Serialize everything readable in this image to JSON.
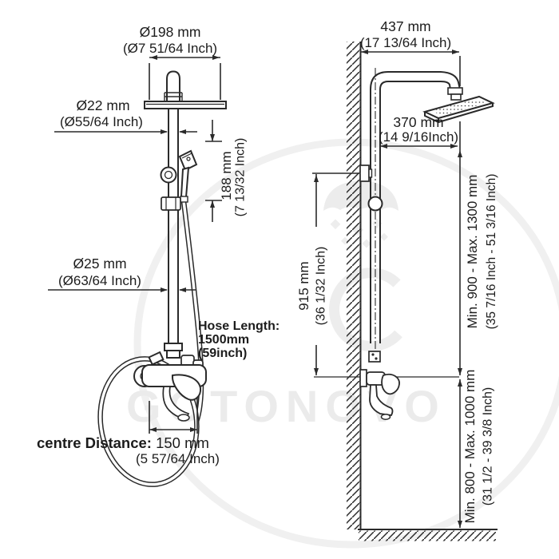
{
  "brand_watermark": "GOTONOVO",
  "front_view": {
    "head_diameter_mm": "Ø198 mm",
    "head_diameter_inch": "(Ø7 51/64 Inch)",
    "upper_pipe_mm": "Ø22 mm",
    "upper_pipe_inch": "(Ø55/64 Inch)",
    "slider_mm": "188 mm",
    "slider_inch": "(7 13/32 Inch)",
    "lower_pipe_mm": "Ø25 mm",
    "lower_pipe_inch": "(Ø63/64 Inch)",
    "hose_label": "Hose Length:",
    "hose_mm": "1500mm",
    "hose_inch": "(59inch)",
    "centre_label": "centre Distance:",
    "centre_mm": "150 mm",
    "centre_inch": "(5 57/64 Inch)"
  },
  "side_view": {
    "arm_mm": "437 mm",
    "arm_inch": "(17 13/64 Inch)",
    "head_offset_mm": "370 mm",
    "head_offset_inch": "(14 9/16Inch)",
    "rail_mm": "915 mm",
    "rail_inch": "(36 1/32 Inch)",
    "head_height_mm": "Min. 900 - Max. 1300 mm",
    "head_height_inch": "(35 7/16 Inch - 51 3/16 Inch)",
    "valve_height_mm": "Min. 800 - Max. 1000 mm",
    "valve_height_inch": "(31 1/2 - 39 3/8 Inch)"
  },
  "colors": {
    "line": "#2a2a2a",
    "text": "#1c1c1c",
    "watermark": "#ebebeb",
    "background": "#ffffff"
  }
}
